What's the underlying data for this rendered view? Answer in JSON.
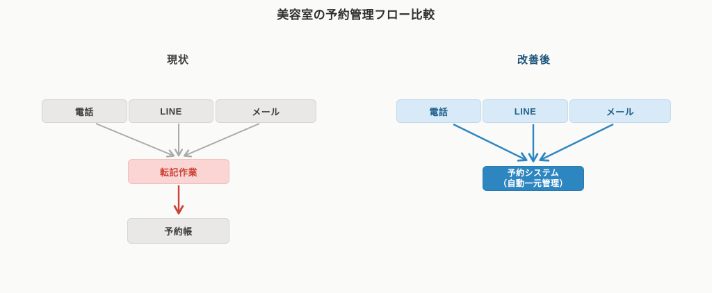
{
  "title": "美容室の予約管理フロー比較",
  "current": {
    "heading": "現状",
    "channels": [
      "電話",
      "LINE",
      "メール"
    ],
    "process": "転記作業",
    "output": "予約帳"
  },
  "improved": {
    "heading": "改善後",
    "channels": [
      "電話",
      "LINE",
      "メール"
    ],
    "system_line1": "予約システム",
    "system_line2": "（自動一元管理）"
  },
  "colors": {
    "current_process_accent": "#cb4335",
    "improved_accent": "#2e86c1",
    "neutral_arrow": "#a9a9a9",
    "gray_node_bg": "#e9e8e6",
    "pink_node_bg": "#fbd5d3",
    "lightblue_node_bg": "#d8eaf7",
    "blue_node_bg": "#2e86c1"
  }
}
